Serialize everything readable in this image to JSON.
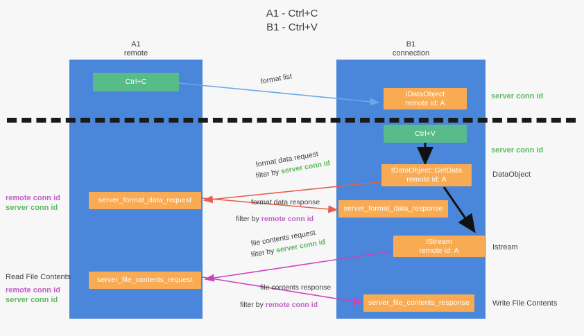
{
  "title": {
    "line1": "A1 - Ctrl+C",
    "line2": "B1 - Ctrl+V"
  },
  "lanes": [
    {
      "id": "a1",
      "name": "A1",
      "sub": "remote"
    },
    {
      "id": "b1",
      "name": "B1",
      "sub": "connection"
    }
  ],
  "boxes": {
    "ctrl_c": "Ctrl+C",
    "ctrl_v": "Ctrl+V",
    "idataobject_top_l1": "IDataObject",
    "idataobject_top_l2": "remote id: A",
    "getdata_l1": "IDataObject::GetData",
    "getdata_l2": "remote id: A",
    "istream_l1": "IStream",
    "istream_l2": "remote id: A",
    "format_data_request": "server_format_data_request",
    "format_data_response": "server_format_data_response",
    "file_contents_request": "server_file_contents_request",
    "file_contents_response": "server_file_contents_response"
  },
  "edges": {
    "format_list": "format list",
    "format_data_request": "format data request",
    "format_data_request_filter_prefix": "filter by ",
    "format_data_request_filter_value": "server conn id",
    "format_data_response": "format data response",
    "format_data_response_filter_prefix": "filter by ",
    "format_data_response_filter_value": "remote conn id",
    "file_contents_request": "file contents request",
    "file_contents_request_filter_prefix": "filter by ",
    "file_contents_request_filter_value": "server conn id",
    "file_contents_response": "file contents response",
    "file_contents_response_filter_prefix": "filter by ",
    "file_contents_response_filter_value": "remote conn id"
  },
  "right_labels": {
    "server_conn_id_top": "server conn id",
    "server_conn_id_mid": "server conn id",
    "dataobject": "DataObject",
    "istream": "Istream",
    "write_file_contents": "Write File Contents"
  },
  "left_labels": {
    "remote_conn_id_upper": "remote conn id",
    "server_conn_id_upper": "server conn id",
    "read_file_contents": "Read File Contents",
    "remote_conn_id_lower": "remote conn id",
    "server_conn_id_lower": "server conn id"
  },
  "colors": {
    "lane_blue": "#4a86da",
    "green_box": "#57bb8a",
    "orange_box": "#f9ab54",
    "green_text": "#5cb860",
    "magenta_text": "#c060c8",
    "arrow_blue": "#6aa8e8",
    "arrow_red": "#e8604c",
    "arrow_magenta": "#cc44bb",
    "arrow_black": "#000000",
    "background": "#f7f7f7"
  }
}
